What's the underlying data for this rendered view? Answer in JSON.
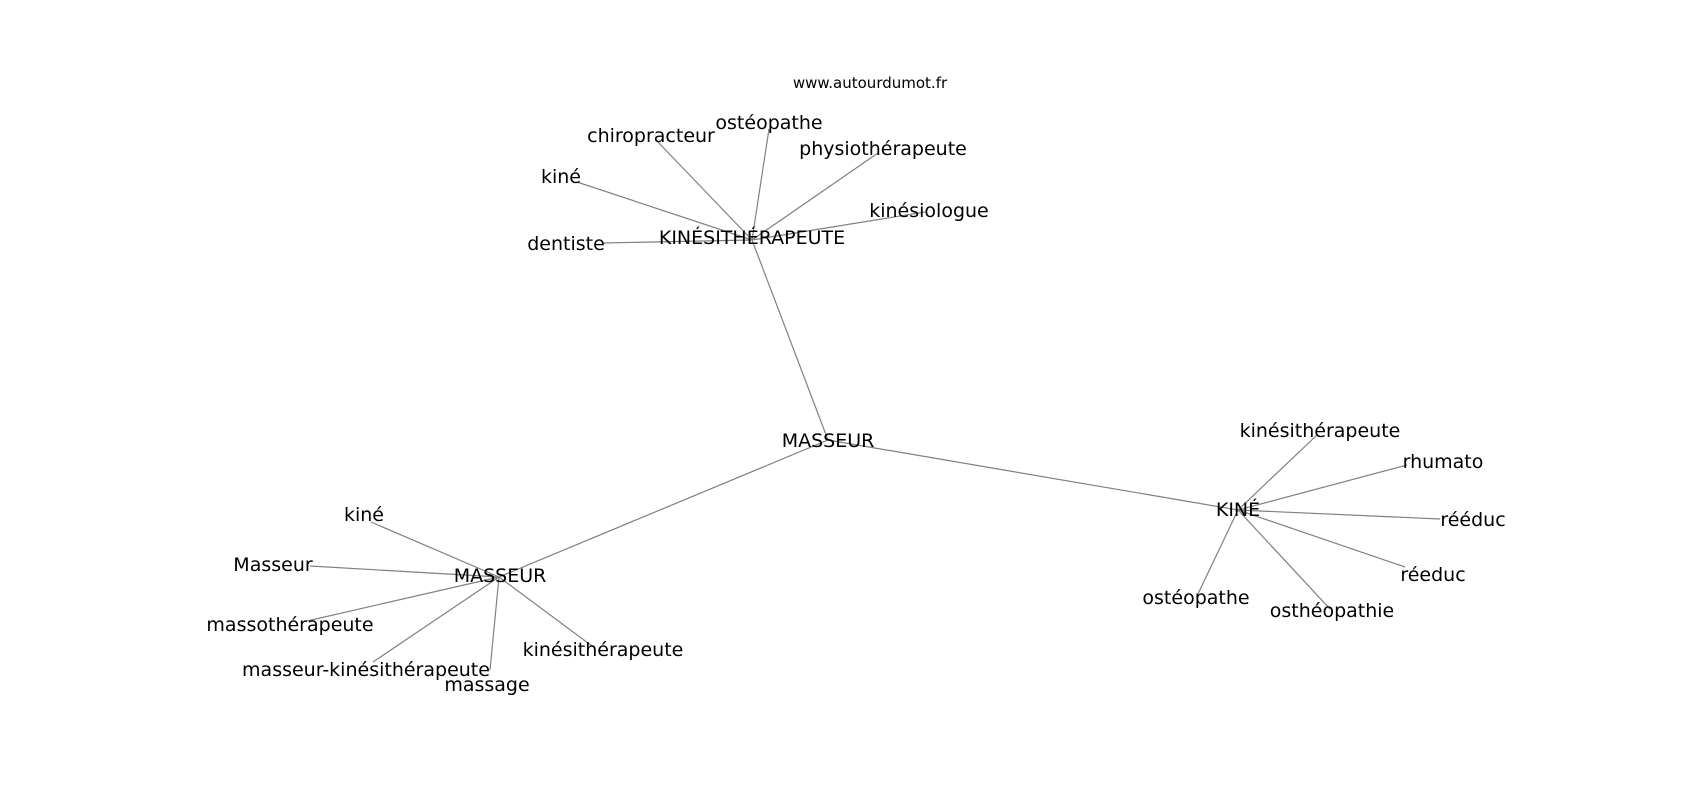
{
  "watermark": "www.autourdumot.fr",
  "colors": {
    "edge": "#808080",
    "text": "#000000",
    "background": "#ffffff"
  },
  "graph": {
    "center": {
      "id": "c",
      "label": "MASSEUR"
    },
    "groups": [
      {
        "id": "g1",
        "hub_label": "KINÉSITHÉRAPEUTE",
        "leaves": [
          "chiropracteur",
          "ostéopathe",
          "physiothérapeute",
          "kiné",
          "kinésiologue",
          "dentiste"
        ]
      },
      {
        "id": "g2",
        "hub_label": "MASSEUR",
        "leaves": [
          "kiné",
          "Masseur",
          "massothérapeute",
          "masseur-kinésithérapeute",
          "massage",
          "kinésithérapeute"
        ]
      },
      {
        "id": "g3",
        "hub_label": "KINÉ",
        "leaves": [
          "kinésithérapeute",
          "rhumato",
          "rééduc",
          "réeduc",
          "ostéopathe",
          "osthéopathie"
        ]
      }
    ]
  }
}
